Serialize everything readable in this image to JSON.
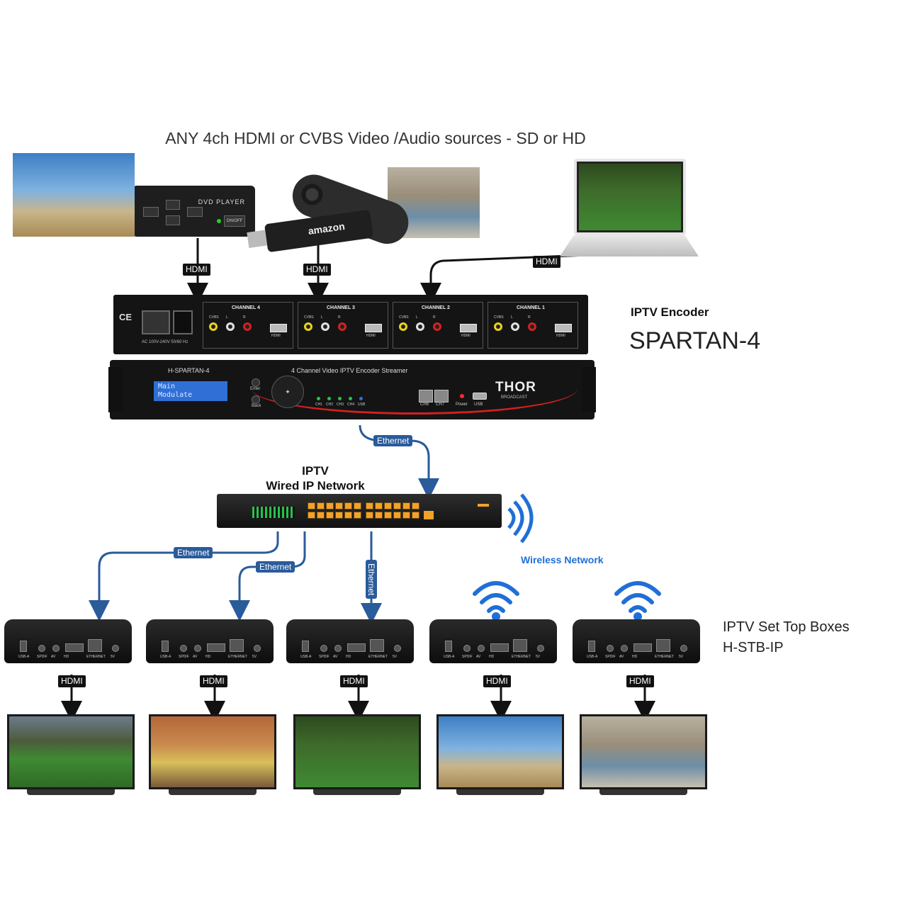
{
  "title": "ANY 4ch HDMI or CVBS Video /Audio sources - SD or HD",
  "sources": {
    "dvd_label": "DVD PLAYER",
    "dvd_power": "ON/OFF",
    "amazon_label": "amazon",
    "hdmi_label": "HDMI"
  },
  "encoder": {
    "heading": "IPTV Encoder",
    "model": "SPARTAN-4",
    "rear_channels": [
      "CHANNEL 4",
      "CHANNEL 3",
      "CHANNEL 2",
      "CHANNEL 1"
    ],
    "rear_port_labels": [
      "CVBS",
      "L",
      "R",
      "HDMI"
    ],
    "rear_power_text": "AC 100V-240V 50/60 Hz",
    "front_model": "H-SPARTAN-4",
    "front_title": "4 Channel Video IPTV Encoder Streamer",
    "lcd_line1": "Main",
    "lcd_line2": "Modulate",
    "enter_label": "Enter",
    "back_label": "Back",
    "led_labels": [
      "CH1",
      "CH2",
      "CH3",
      "CH4",
      "USB"
    ],
    "port_labels": [
      "CH8",
      "CH7"
    ],
    "power_label": "Power",
    "usb_label": "USB",
    "brand": "THOR",
    "brand_sub": "BROADCAST"
  },
  "network": {
    "heading_line1": "IPTV",
    "heading_line2": "Wired IP Network",
    "ethernet_label": "Ethernet",
    "wireless_label": "Wireless Network"
  },
  "stb": {
    "heading_line1": "IPTV Set Top Boxes",
    "heading_line2": "H-STB-IP",
    "port_labels": [
      "USB-A",
      "SPDIF",
      "AV",
      "HD",
      "ETHERNET",
      "5V"
    ],
    "hdmi_label": "HDMI"
  },
  "colors": {
    "cable": "#1a1a1a",
    "ethernet_cable": "#2a5b9b",
    "wireless_blue": "#1f6fd6",
    "thor_red": "#d42020"
  }
}
